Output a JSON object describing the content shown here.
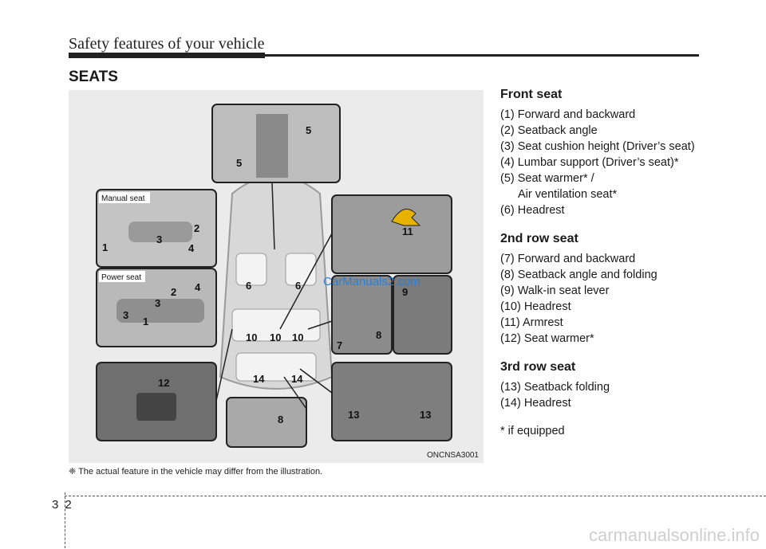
{
  "header": {
    "title": "Safety features of your vehicle"
  },
  "section": {
    "title": "SEATS"
  },
  "illustration": {
    "code": "ONCNSA3001",
    "manual_label": "Manual seat",
    "power_label": "Power seat",
    "watermark": "CarManuals2.com",
    "callouts": [
      "1",
      "2",
      "3",
      "4",
      "5",
      "6",
      "7",
      "8",
      "9",
      "10",
      "11",
      "12",
      "13",
      "14"
    ]
  },
  "note": "❈ The actual feature in the vehicle may differ from the illustration.",
  "front": {
    "title": "Front seat",
    "items": [
      "(1) Forward and backward",
      "(2) Seatback angle",
      "(3) Seat cushion height (Driver’s seat)",
      "(4) Lumbar support (Driver’s seat)*",
      "(5) Seat warmer* /",
      "Air ventilation seat*",
      "(6) Headrest"
    ]
  },
  "second": {
    "title": "2nd row seat",
    "items": [
      "(7) Forward and backward",
      "(8) Seatback angle and folding",
      "(9) Walk-in seat lever",
      "(10) Headrest",
      "(11) Armrest",
      "(12) Seat warmer*"
    ]
  },
  "third": {
    "title": "3rd row seat",
    "items": [
      "(13) Seatback folding",
      "(14) Headrest"
    ]
  },
  "footnote": "* if equipped",
  "page": {
    "chapter": "3",
    "number": "2"
  },
  "footer": {
    "site": "carmanualsonline.info"
  },
  "colors": {
    "accent": "#2a7fd4",
    "rule": "#222222"
  }
}
